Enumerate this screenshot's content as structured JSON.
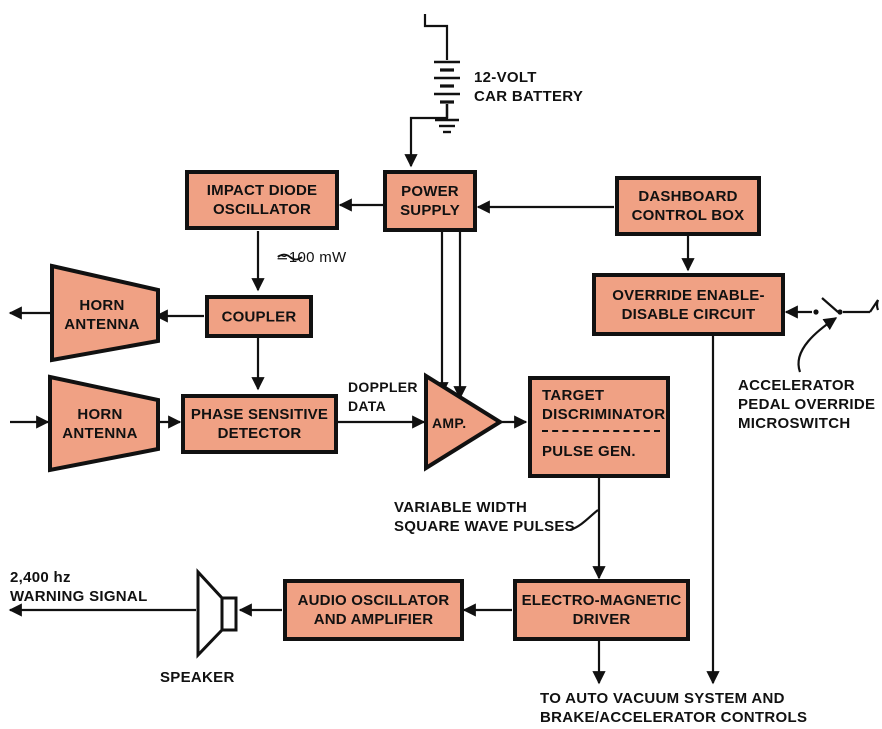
{
  "blocks": {
    "impact_diode_oscillator": "IMPACT DIODE\nOSCILLATOR",
    "power_supply": "POWER\nSUPPLY",
    "dashboard_control_box": "DASHBOARD\nCONTROL BOX",
    "coupler": "COUPLER",
    "override_circuit": "OVERRIDE ENABLE-\nDISABLE CIRCUIT",
    "horn_antenna_tx": "HORN\nANTENNA",
    "horn_antenna_rx": "HORN\nANTENNA",
    "phase_detector": "PHASE SENSITIVE\nDETECTOR",
    "amp": "AMP.",
    "target_discriminator": "TARGET\nDISCRIMINATOR",
    "pulse_gen": "PULSE GEN.",
    "audio_oscillator": "AUDIO OSCILLATOR\nAND AMPLIFIER",
    "em_driver": "ELECTRO-MAGNETIC\nDRIVER"
  },
  "labels": {
    "battery": "12-VOLT\nCAR BATTERY",
    "power_level": "≃100 mW",
    "doppler_data": "DOPPLER\nDATA",
    "microswitch": "ACCELERATOR\nPEDAL OVERRIDE\nMICROSWITCH",
    "pulses": "VARIABLE WIDTH\nSQUARE WAVE PULSES",
    "warning_signal": "2,400 hz\nWARNING SIGNAL",
    "speaker": "SPEAKER",
    "output": "TO AUTO VACUUM SYSTEM AND\nBRAKE/ACCELERATOR CONTROLS"
  },
  "colors": {
    "block_fill": "#f0a184",
    "line": "#111111"
  }
}
